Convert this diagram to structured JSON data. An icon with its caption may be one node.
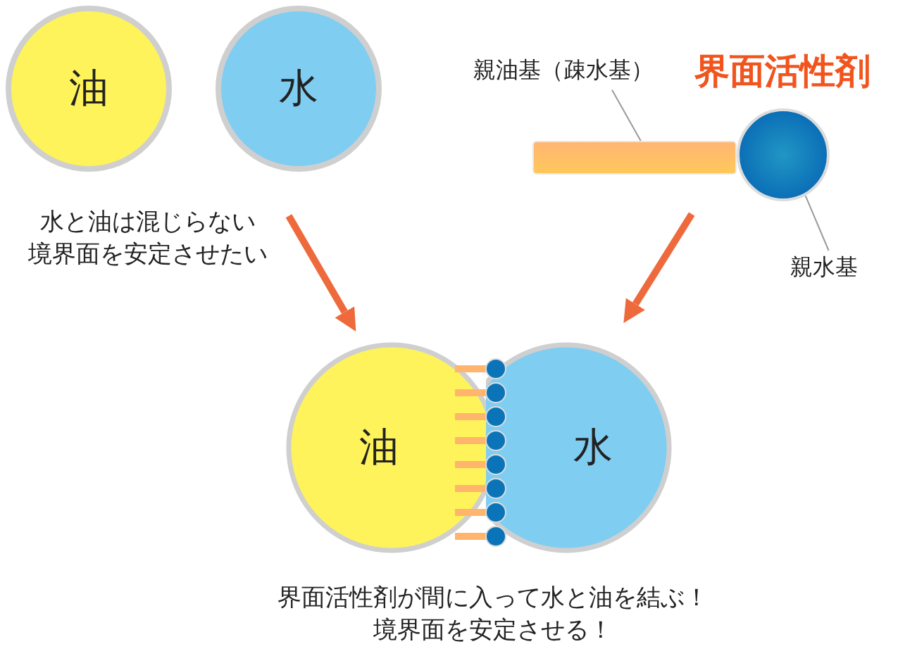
{
  "diagram": {
    "nodes": [
      {
        "text": [
          "油"
        ]
      },
      {
        "text": [
          "水"
        ]
      },
      {
        "text": [
          "水と油は混じらない境界面を安定させたい"
        ]
      },
      {
        "text": [],
        "shape": "bar"
      },
      {
        "text": [],
        "shape": "circle"
      },
      {
        "text": [
          "親油基（疎水基）"
        ]
      },
      {
        "text": [
          "親水基"
        ]
      },
      {
        "text": [
          "油"
        ]
      },
      {
        "text": [
          "水"
        ]
      }
    ],
    "edges": [
      {
        "from": 2,
        "to": 7,
        "arrow": "to",
        "style": "thick",
        "color": "#ee6a3c"
      },
      {
        "from": 3,
        "to": 8,
        "arrow": "to",
        "style": "thick",
        "color": "#ee6a3c"
      },
      {
        "from": 5,
        "to": 3,
        "arrow": "none",
        "color": "#9a9a9a"
      },
      {
        "from": 6,
        "to": 4,
        "arrow": "none",
        "color": "#9a9a9a"
      }
    ],
    "labels": [
      "界面活性剤",
      "界面活性剤が間に入って水と油を結ぶ！境界面を安定させる！"
    ]
  }
}
